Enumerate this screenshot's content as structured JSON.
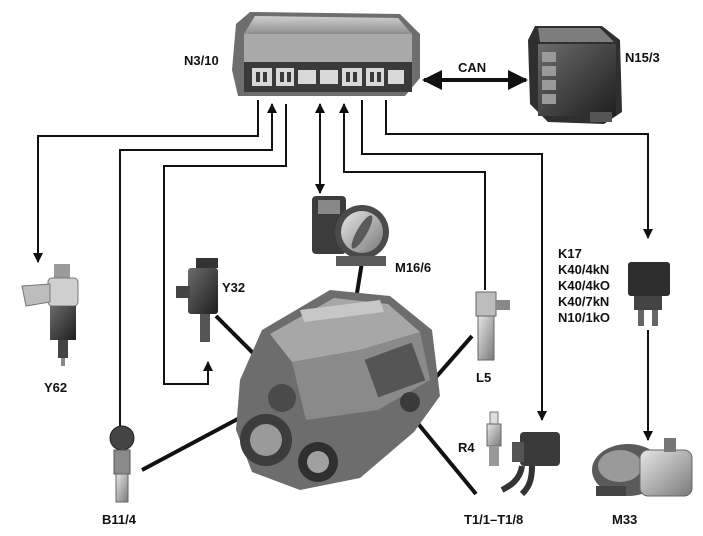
{
  "diagram": {
    "components": {
      "ecu": "N3/10",
      "gateway": "N15/3",
      "throttle": "M16/6",
      "valve": "Y32",
      "injector": "Y62",
      "sensor_l5": "L5",
      "spark_plug": "R4",
      "coil": "T1/1–T1/8",
      "sensor_b11": "B11/4",
      "pump": "M33"
    },
    "bus_label": "CAN",
    "relay_labels": [
      "K17",
      "K40/4kN",
      "K40/4kO",
      "K40/7kN",
      "N10/1kO"
    ]
  }
}
